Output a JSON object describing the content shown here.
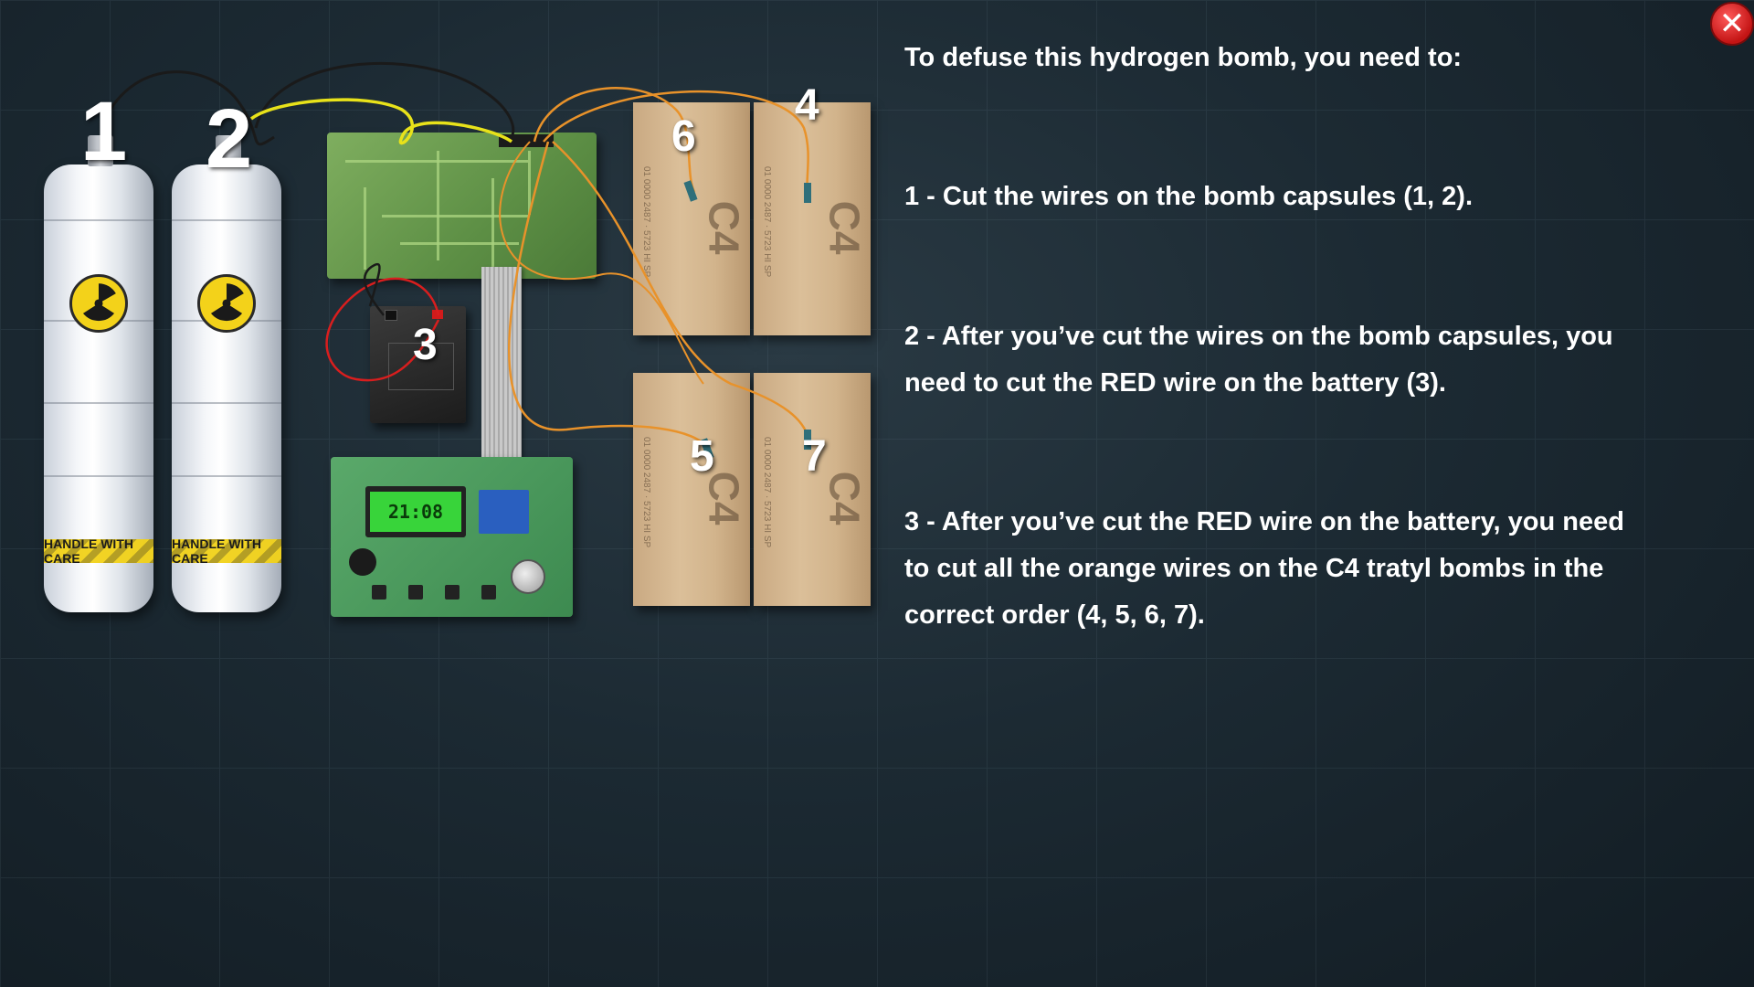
{
  "close_button": {
    "label": "✕"
  },
  "instructions": {
    "heading": "To defuse this hydrogen bomb, you need to:",
    "step1": "1 - Cut the wires on the bomb capsules (1, 2).",
    "step2_line1": "2 - After you’ve cut the wires on the bomb capsules, you",
    "step2_line2": "need to cut the RED wire on the battery (3).",
    "step3_line1": "3 - After you’ve cut the RED wire on the battery, you need",
    "step3_line2": "to cut all the orange wires on the C4 tratyl bombs in the",
    "step3_line3": "correct order (4, 5, 6, 7)."
  },
  "diagram": {
    "labels": {
      "n1": "1",
      "n2": "2",
      "n3": "3",
      "n4": "4",
      "n5": "5",
      "n6": "6",
      "n7": "7"
    },
    "capsule_tape": "HANDLE WITH CARE",
    "timer_display": "21:08",
    "c4_mark": "C4",
    "wire_colors": {
      "capsule": "#e8e21a",
      "battery_red": "#d81e1e",
      "c4_orange": "#e8922a",
      "black": "#1a1a1a"
    }
  }
}
